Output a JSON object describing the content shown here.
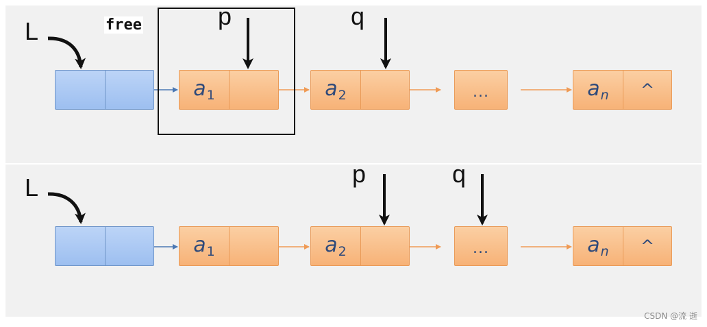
{
  "top_diagram": {
    "head_label": "L",
    "free_label": "free",
    "pointer_p": "p",
    "pointer_q": "q",
    "nodes": [
      {
        "data": "a",
        "sub": "1"
      },
      {
        "data": "a",
        "sub": "2"
      },
      {
        "ellipsis": "..."
      },
      {
        "data": "a",
        "sub": "n",
        "next": "^"
      }
    ]
  },
  "bottom_diagram": {
    "head_label": "L",
    "pointer_p": "p",
    "pointer_q": "q",
    "nodes": [
      {
        "data": "a",
        "sub": "1"
      },
      {
        "data": "a",
        "sub": "2"
      },
      {
        "ellipsis": "..."
      },
      {
        "data": "a",
        "sub": "n",
        "next": "^"
      }
    ]
  },
  "watermark": "CSDN @流 逝",
  "colors": {
    "head_node_fill": "#a9c8f3",
    "data_node_fill": "#f8bd85",
    "link_arrow_orange": "#ef9a55",
    "link_arrow_blue": "#4a78b4",
    "pointer_arrow": "#111111"
  }
}
